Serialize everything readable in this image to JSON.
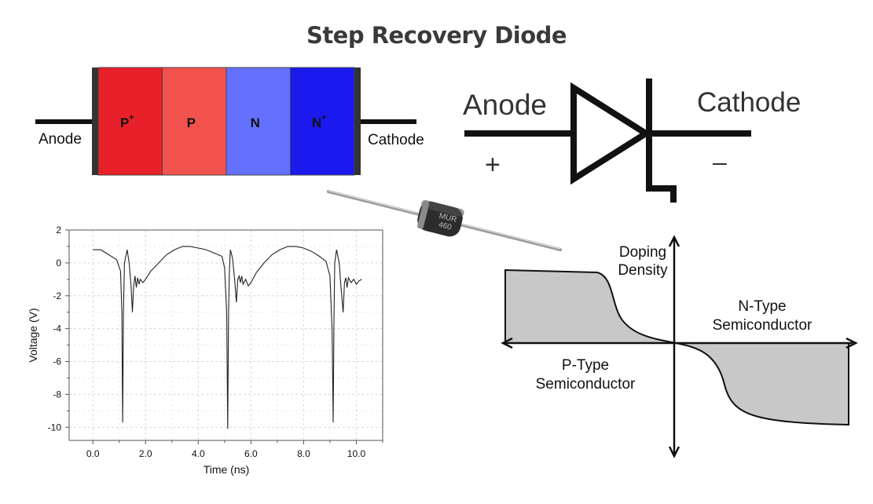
{
  "title": "Step Recovery Diode",
  "diode_structure": {
    "anode_label": "Anode",
    "cathode_label": "Cathode",
    "regions": [
      {
        "label": "P",
        "superscript": "+",
        "color": "#e8202a"
      },
      {
        "label": "P",
        "superscript": "",
        "color": "#f2524e"
      },
      {
        "label": "N",
        "superscript": "",
        "color": "#6471ff"
      },
      {
        "label": "N",
        "superscript": "+",
        "color": "#1a1aee"
      }
    ]
  },
  "circuit_symbol": {
    "anode_label": "Anode",
    "cathode_label": "Cathode",
    "plus_sign": "+",
    "minus_sign": "–"
  },
  "package_label": "MUR\n460",
  "doping_profile": {
    "y_axis_label_line1": "Doping",
    "y_axis_label_line2": "Density",
    "n_label_line1": "N-Type",
    "n_label_line2": "Semiconductor",
    "p_label_line1": "P-Type",
    "p_label_line2": "Semiconductor",
    "fill_color": "#c8c8c8"
  },
  "chart_data": {
    "type": "line",
    "title": "",
    "xlabel": "Time (ns)",
    "ylabel": "Voltage (V)",
    "xlim": [
      -0.9,
      11.0
    ],
    "ylim": [
      -10.8,
      2.0
    ],
    "x_ticks": [
      "0.0",
      "2.0",
      "4.0",
      "6.0",
      "8.0",
      "10.0"
    ],
    "y_ticks": [
      "2",
      "0",
      "-2",
      "-4",
      "-6",
      "-8",
      "-10"
    ],
    "grid": true,
    "series": [
      {
        "color": "#222222",
        "x": [
          0.0,
          0.3,
          0.6,
          0.9,
          1.05,
          1.1,
          1.13,
          1.16,
          1.2,
          1.3,
          1.38,
          1.45,
          1.5,
          1.55,
          1.6,
          1.65,
          1.7,
          1.75,
          1.8,
          1.9,
          2.0,
          2.2,
          2.5,
          2.8,
          3.1,
          3.4,
          3.7,
          4.0,
          4.3,
          4.6,
          4.9,
          5.0,
          5.08,
          5.12,
          5.15,
          5.18,
          5.22,
          5.3,
          5.38,
          5.45,
          5.5,
          5.55,
          5.6,
          5.65,
          5.7,
          5.8,
          5.9,
          6.0,
          6.2,
          6.5,
          6.8,
          7.1,
          7.4,
          7.7,
          8.0,
          8.3,
          8.6,
          8.85,
          9.0,
          9.08,
          9.12,
          9.15,
          9.18,
          9.25,
          9.35,
          9.42,
          9.5,
          9.55,
          9.6,
          9.65,
          9.7,
          9.8,
          9.9,
          10.0,
          10.1,
          10.2
        ],
        "y": [
          0.8,
          0.8,
          0.5,
          0.2,
          -0.5,
          -3.0,
          -9.7,
          -3.0,
          0.0,
          0.8,
          0.0,
          -1.4,
          -3.0,
          -1.4,
          -0.8,
          -1.5,
          -0.9,
          -1.3,
          -1.0,
          -1.2,
          -1.0,
          -0.5,
          0.0,
          0.5,
          0.8,
          1.0,
          1.0,
          0.9,
          0.8,
          0.6,
          0.4,
          -0.3,
          -3.0,
          -10.1,
          -3.0,
          -0.5,
          0.8,
          0.3,
          -1.0,
          -2.4,
          -1.0,
          -0.8,
          -1.2,
          -0.8,
          -1.3,
          -1.0,
          -1.4,
          -1.2,
          -0.6,
          0.0,
          0.5,
          0.8,
          1.0,
          1.0,
          0.9,
          0.7,
          0.4,
          0.1,
          -0.8,
          -4.0,
          -9.7,
          -3.5,
          0.0,
          0.8,
          0.0,
          -1.5,
          -3.0,
          -1.2,
          -0.9,
          -1.5,
          -0.9,
          -1.2,
          -1.0,
          -1.3,
          -1.1,
          -1.0
        ]
      }
    ]
  }
}
